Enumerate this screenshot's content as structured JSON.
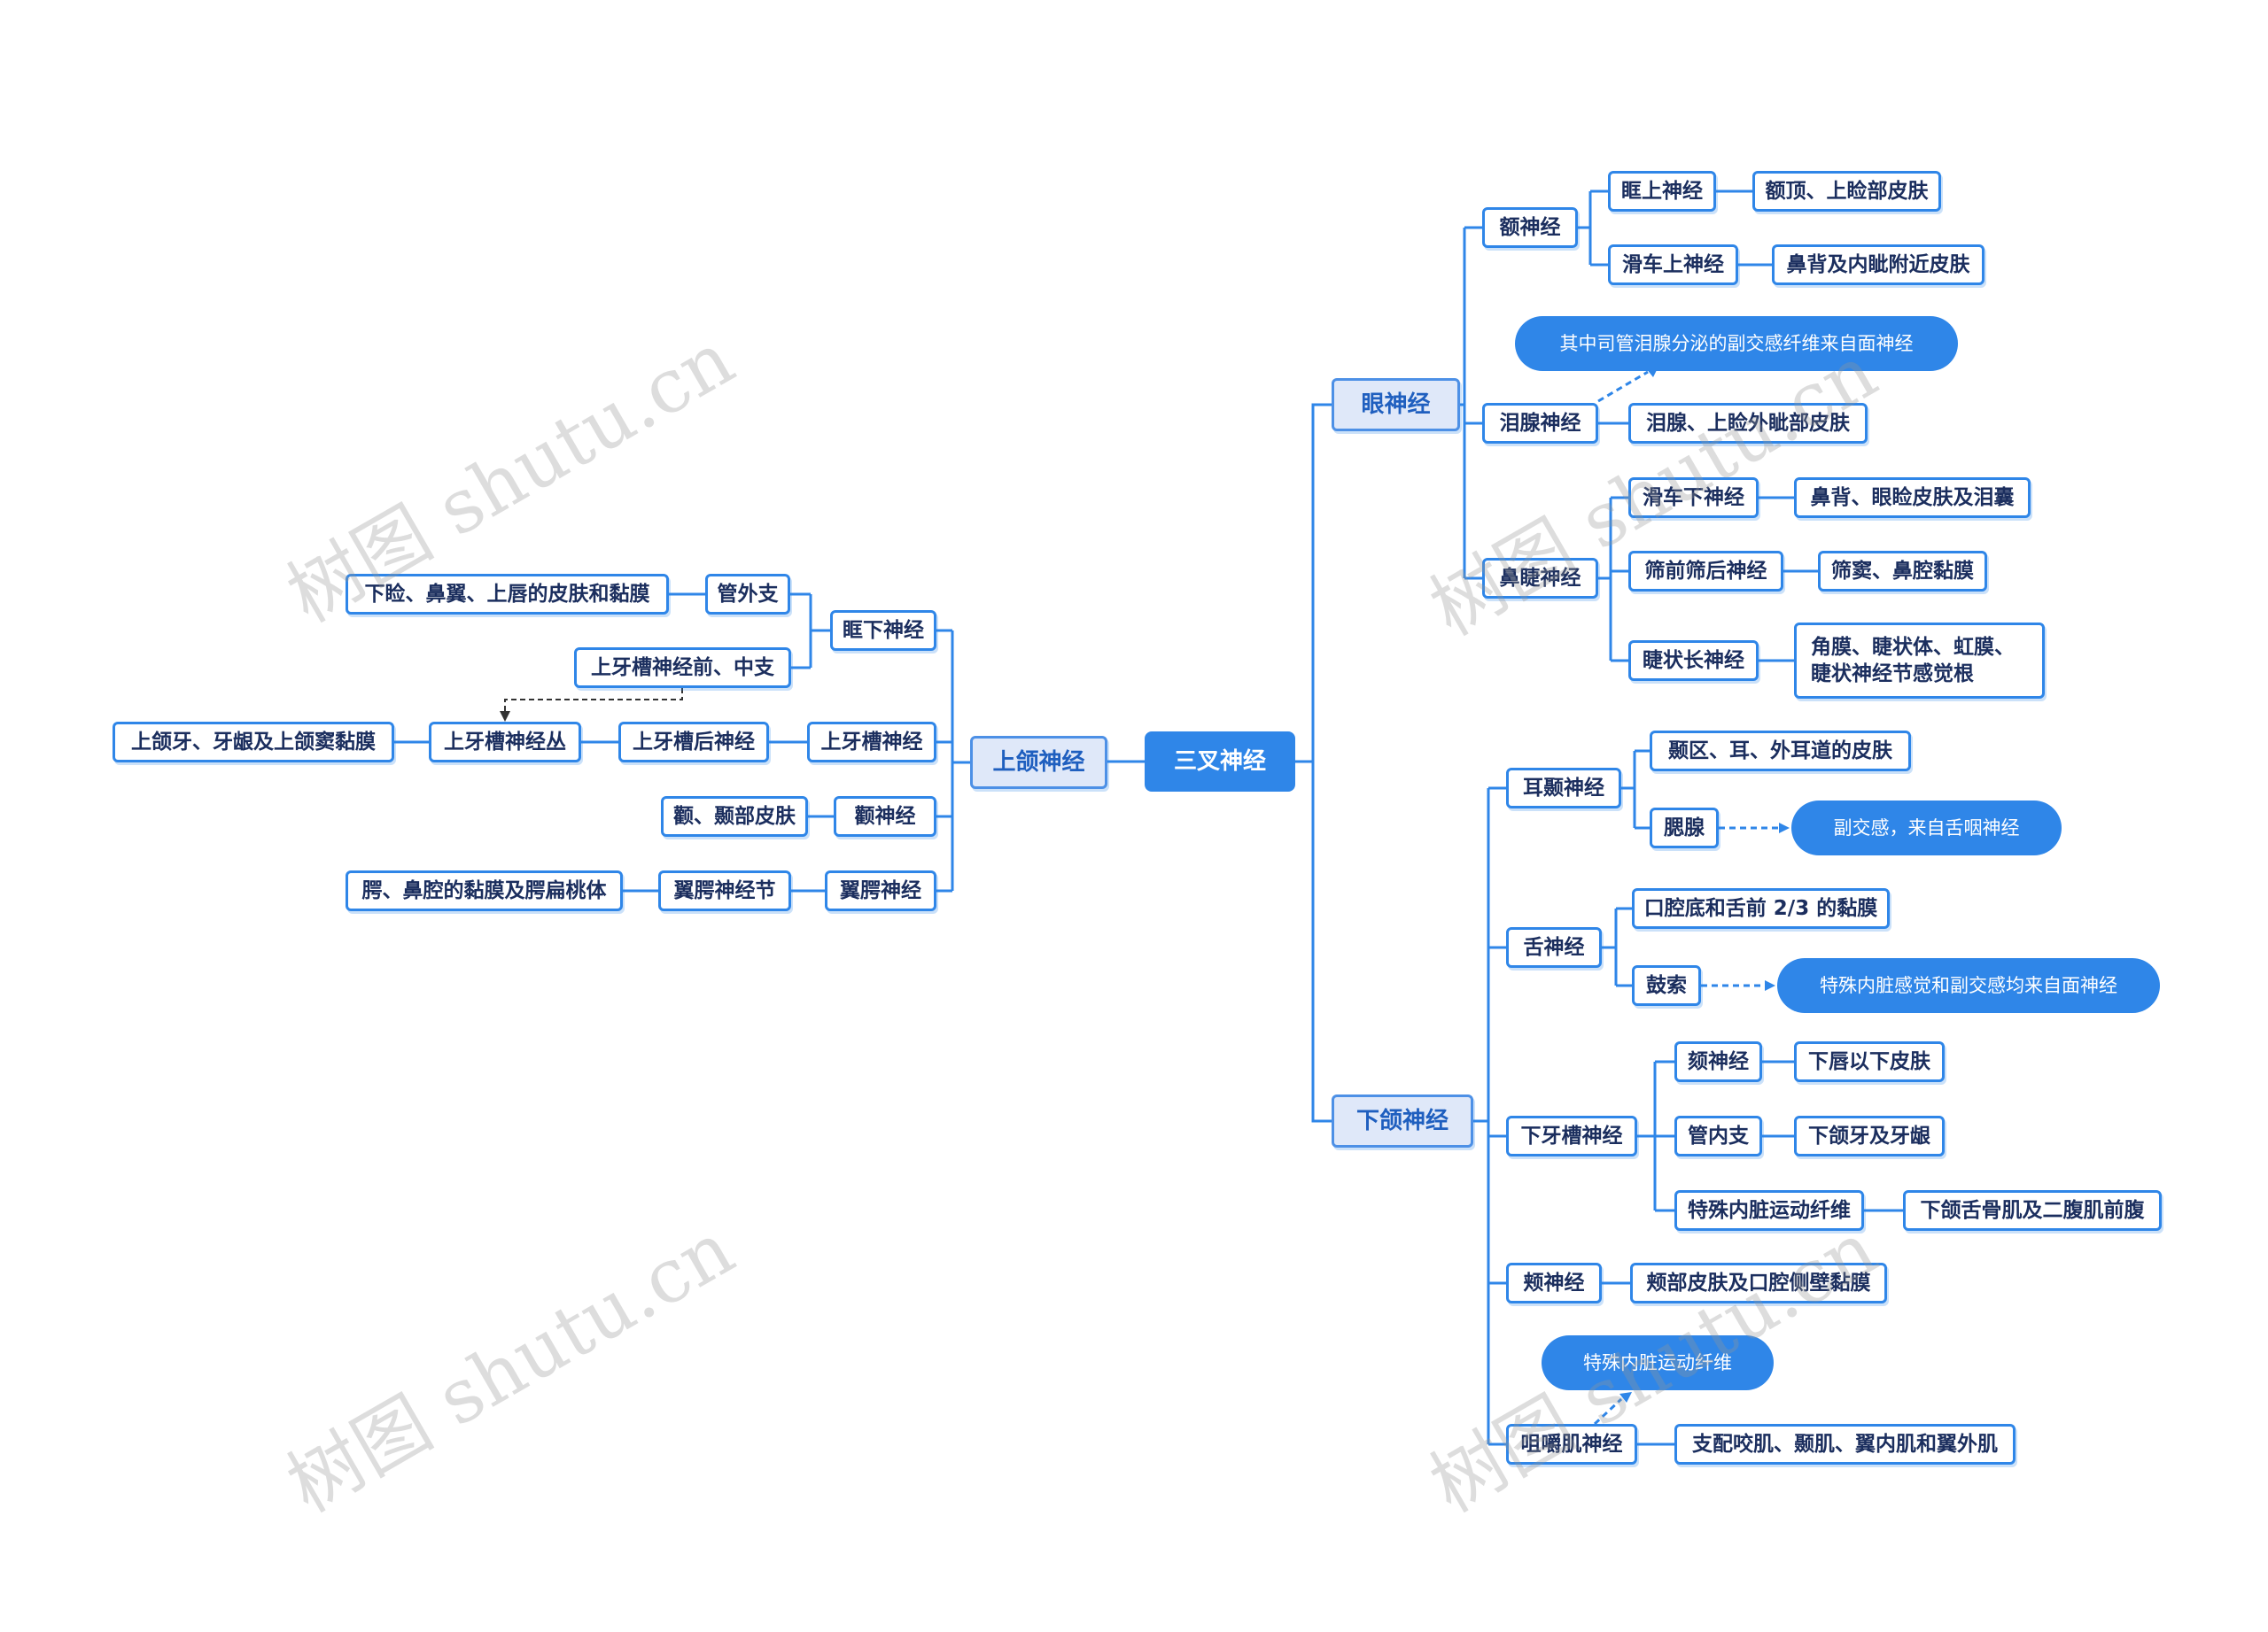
{
  "root": "三叉神经",
  "branches": {
    "b_shang": "上颌神经",
    "b_yan": "眼神经",
    "b_xia": "下颌神经"
  },
  "left": {
    "l1": "眶下神经",
    "l1a": "管外支",
    "l1a1": "下睑、鼻翼、上唇的皮肤和黏膜",
    "l1b": "上牙槽神经前、中支",
    "l2": "上牙槽神经",
    "l2a": "上牙槽后神经",
    "l2a1": "上牙槽神经丛",
    "l2a2": "上颌牙、牙龈及上颌窦黏膜",
    "l3": "颧神经",
    "l3a": "颧、颞部皮肤",
    "l4": "翼腭神经",
    "l4a": "翼腭神经节",
    "l4a1": "腭、鼻腔的黏膜及腭扁桃体"
  },
  "eye": {
    "e1": "额神经",
    "e1a": "眶上神经",
    "e1a1": "额顶、上睑部皮肤",
    "e1b": "滑车上神经",
    "e1b1": "鼻背及内眦附近皮肤",
    "e2": "泪腺神经",
    "e2note": "其中司管泪腺分泌的副交感纤维来自面神经",
    "e2a": "泪腺、上睑外眦部皮肤",
    "e3": "鼻睫神经",
    "e3a": "滑车下神经",
    "e3a1": "鼻背、眼睑皮肤及泪囊",
    "e3b": "筛前筛后神经",
    "e3b1": "筛窦、鼻腔黏膜",
    "e3c": "睫状长神经",
    "e3c1": "角膜、睫状体、虹膜、\n睫状神经节感觉根"
  },
  "mand": {
    "m1": "耳颞神经",
    "m1a": "颞区、耳、外耳道的皮肤",
    "m1b": "腮腺",
    "m1bnote": "副交感，来自舌咽神经",
    "m2": "舌神经",
    "m2a": "口腔底和舌前 2/3 的黏膜",
    "m2b": "鼓索",
    "m2bnote": "特殊内脏感觉和副交感均来自面神经",
    "m3": "下牙槽神经",
    "m3a": "颏神经",
    "m3a1": "下唇以下皮肤",
    "m3b": "管内支",
    "m3b1": "下颌牙及牙龈",
    "m3c": "特殊内脏运动纤维",
    "m3c1": "下颌舌骨肌及二腹肌前腹",
    "m4": "颊神经",
    "m4a": "颊部皮肤及口腔侧壁黏膜",
    "m5": "咀嚼肌神经",
    "m5note": "特殊内脏运动纤维",
    "m5a": "支配咬肌、颞肌、翼内肌和翼外肌"
  },
  "watermark": "树图 shutu.cn",
  "colors": {
    "accent": "#2f86e8",
    "branch_fill": "#dfe8f9",
    "text": "#1b2e5e"
  }
}
